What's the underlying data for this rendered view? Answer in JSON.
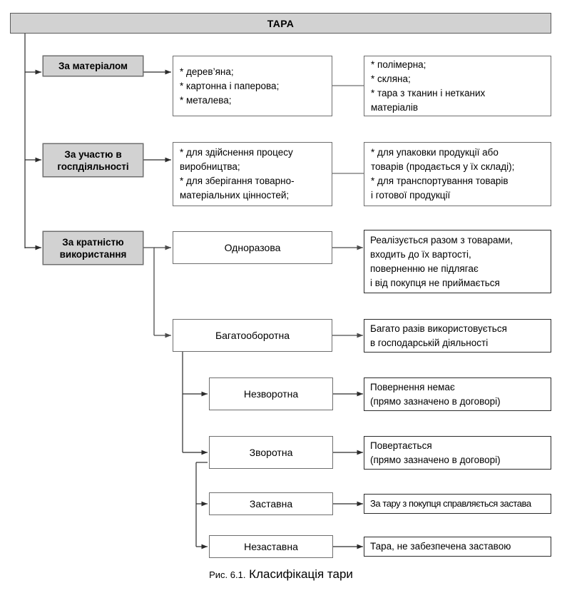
{
  "figure": {
    "header": {
      "label": "ТАРА"
    },
    "caption": {
      "prefix": "Рис. 6.1.",
      "title": "Класифікація тари"
    },
    "colors": {
      "fill_grey": "#d2d2d2",
      "border": "#6e6e6e",
      "border_dark": "#2b2b2b",
      "background": "#ffffff"
    },
    "branches": [
      {
        "category": "За матеріалом",
        "list_primary": "* дерев’яна;\n* картонна і паперова;\n* металева;",
        "list_secondary": "* полімерна;\n* скляна;\n* тара з тканин і нетканих\nматеріалів"
      },
      {
        "category": "За участю\nв госпдіяльності",
        "list_primary": "* для здійснення процесу\nвиробництва;\n* для зберігання товарно-\nматеріальних цінностей;",
        "list_secondary": "* для упаковки продукції або\nтоварів (продається у їх складі);\n* для транспортування товарів\nі готової продукції"
      },
      {
        "category": "За кратністю\nвикористання",
        "types": [
          {
            "name": "Одноразова",
            "description": "Реалізується разом з товарами,\nвходить до їх вартості,\nповерненню не підлягає\nі від покупця не приймається"
          },
          {
            "name": "Багатооборотна",
            "description": "Багато разів використовується\nв господарській діяльності",
            "subtypes": [
              {
                "name": "Незворотна",
                "description": "Повернення немає\n(прямо зазначено в договорі)"
              },
              {
                "name": "Зворотна",
                "description": "Повертається\n(прямо зазначено в договорі)",
                "subtypes": [
                  {
                    "name": "Заставна",
                    "description": "За тару з покупця справляється застава"
                  },
                  {
                    "name": "Незаставна",
                    "description": "Тара, не забезпечена заставою"
                  }
                ]
              }
            ]
          }
        ]
      }
    ]
  }
}
